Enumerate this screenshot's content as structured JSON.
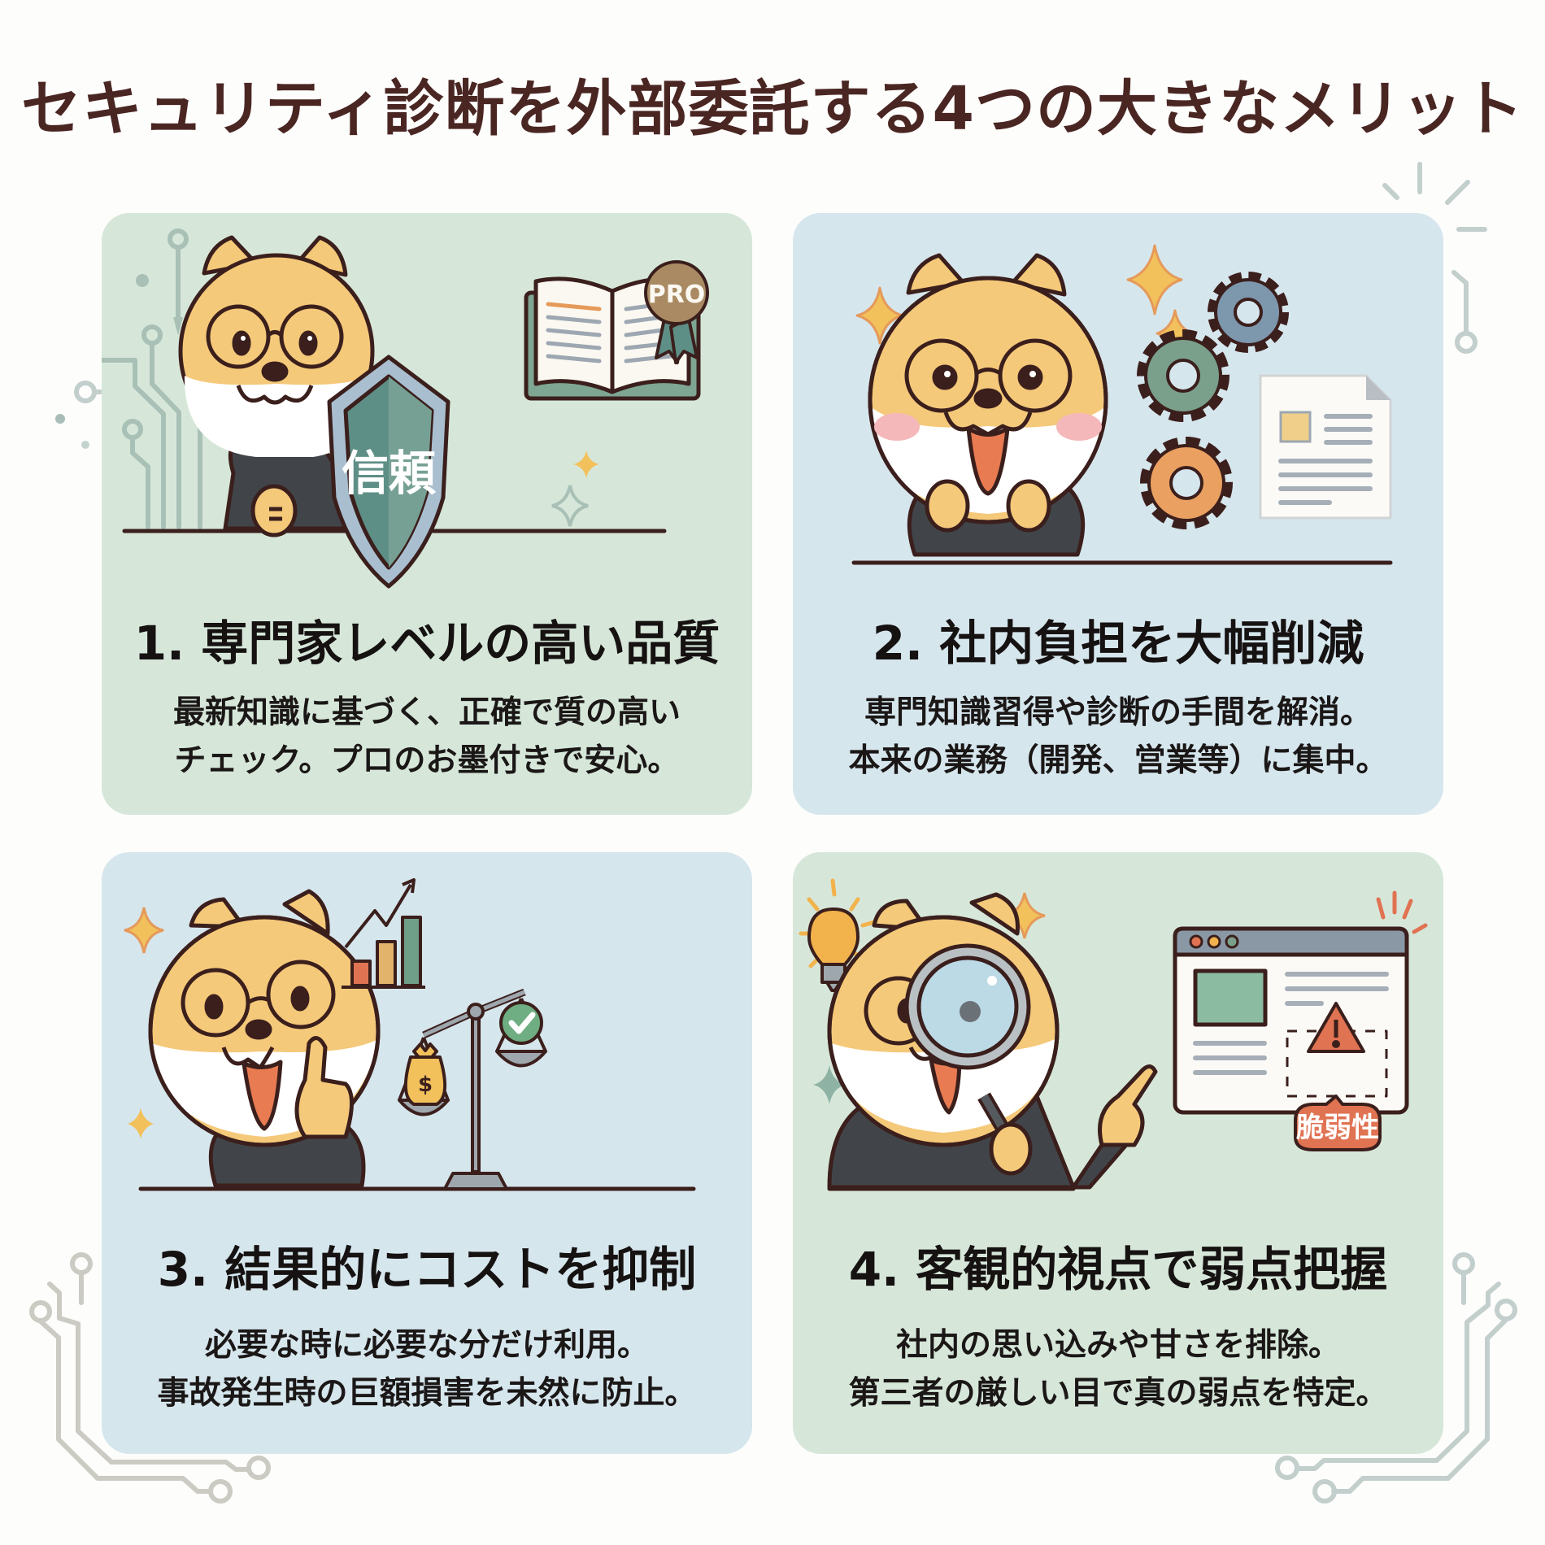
{
  "title": "セキュリティ診断を外部委託する4つの大きなメリット",
  "colors": {
    "title": "#4a2623",
    "card_green": "#d6e7d9",
    "card_blue": "#d6e6ed",
    "bear_fur": "#f5c97a",
    "outline": "#3b1f1c",
    "hoodie": "#3d3f42",
    "shield": "#5e8f86",
    "warning": "#e07352",
    "circuit": "#b8c8c5"
  },
  "cards": [
    {
      "heading": "1. 専門家レベルの高い品質",
      "lines": [
        "最新知識に基づく、正確で質の高い",
        "チェック。プロのお墨付きで安心。"
      ],
      "illustration": {
        "shield_text": "信頼",
        "badge_text": "PRO",
        "icons": [
          "bear-with-glasses",
          "shield-icon",
          "open-book-icon",
          "pro-badge-icon",
          "sparkle-icon",
          "circuit-trace"
        ]
      }
    },
    {
      "heading": "2. 社内負担を大幅削減",
      "lines": [
        "専門知識習得や診断の手間を解消。",
        "本来の業務（開発、営業等）に集中。"
      ],
      "illustration": {
        "icons": [
          "bear-with-glasses",
          "sparkle-icon",
          "gear-icon",
          "document-icon"
        ]
      }
    },
    {
      "heading": "3. 結果的にコストを抑制",
      "lines": [
        "必要な時に必要な分だけ利用。",
        "事故発生時の巨額損害を未然に防止。"
      ],
      "illustration": {
        "money_symbol": "$",
        "icons": [
          "bear-thumbs-up",
          "sparkle-icon",
          "bar-chart-icon",
          "balance-scale-icon",
          "money-bag-icon",
          "check-icon"
        ]
      }
    },
    {
      "heading": "4. 客観的視点で弱点把握",
      "lines": [
        "社内の思い込みや甘さを排除。",
        "第三者の厳しい目で真の弱点を特定。"
      ],
      "illustration": {
        "tag_text": "脆弱性",
        "icons": [
          "bear-with-magnifier",
          "lightbulb-icon",
          "sparkle-icon",
          "browser-window-icon",
          "warning-icon"
        ]
      }
    }
  ]
}
